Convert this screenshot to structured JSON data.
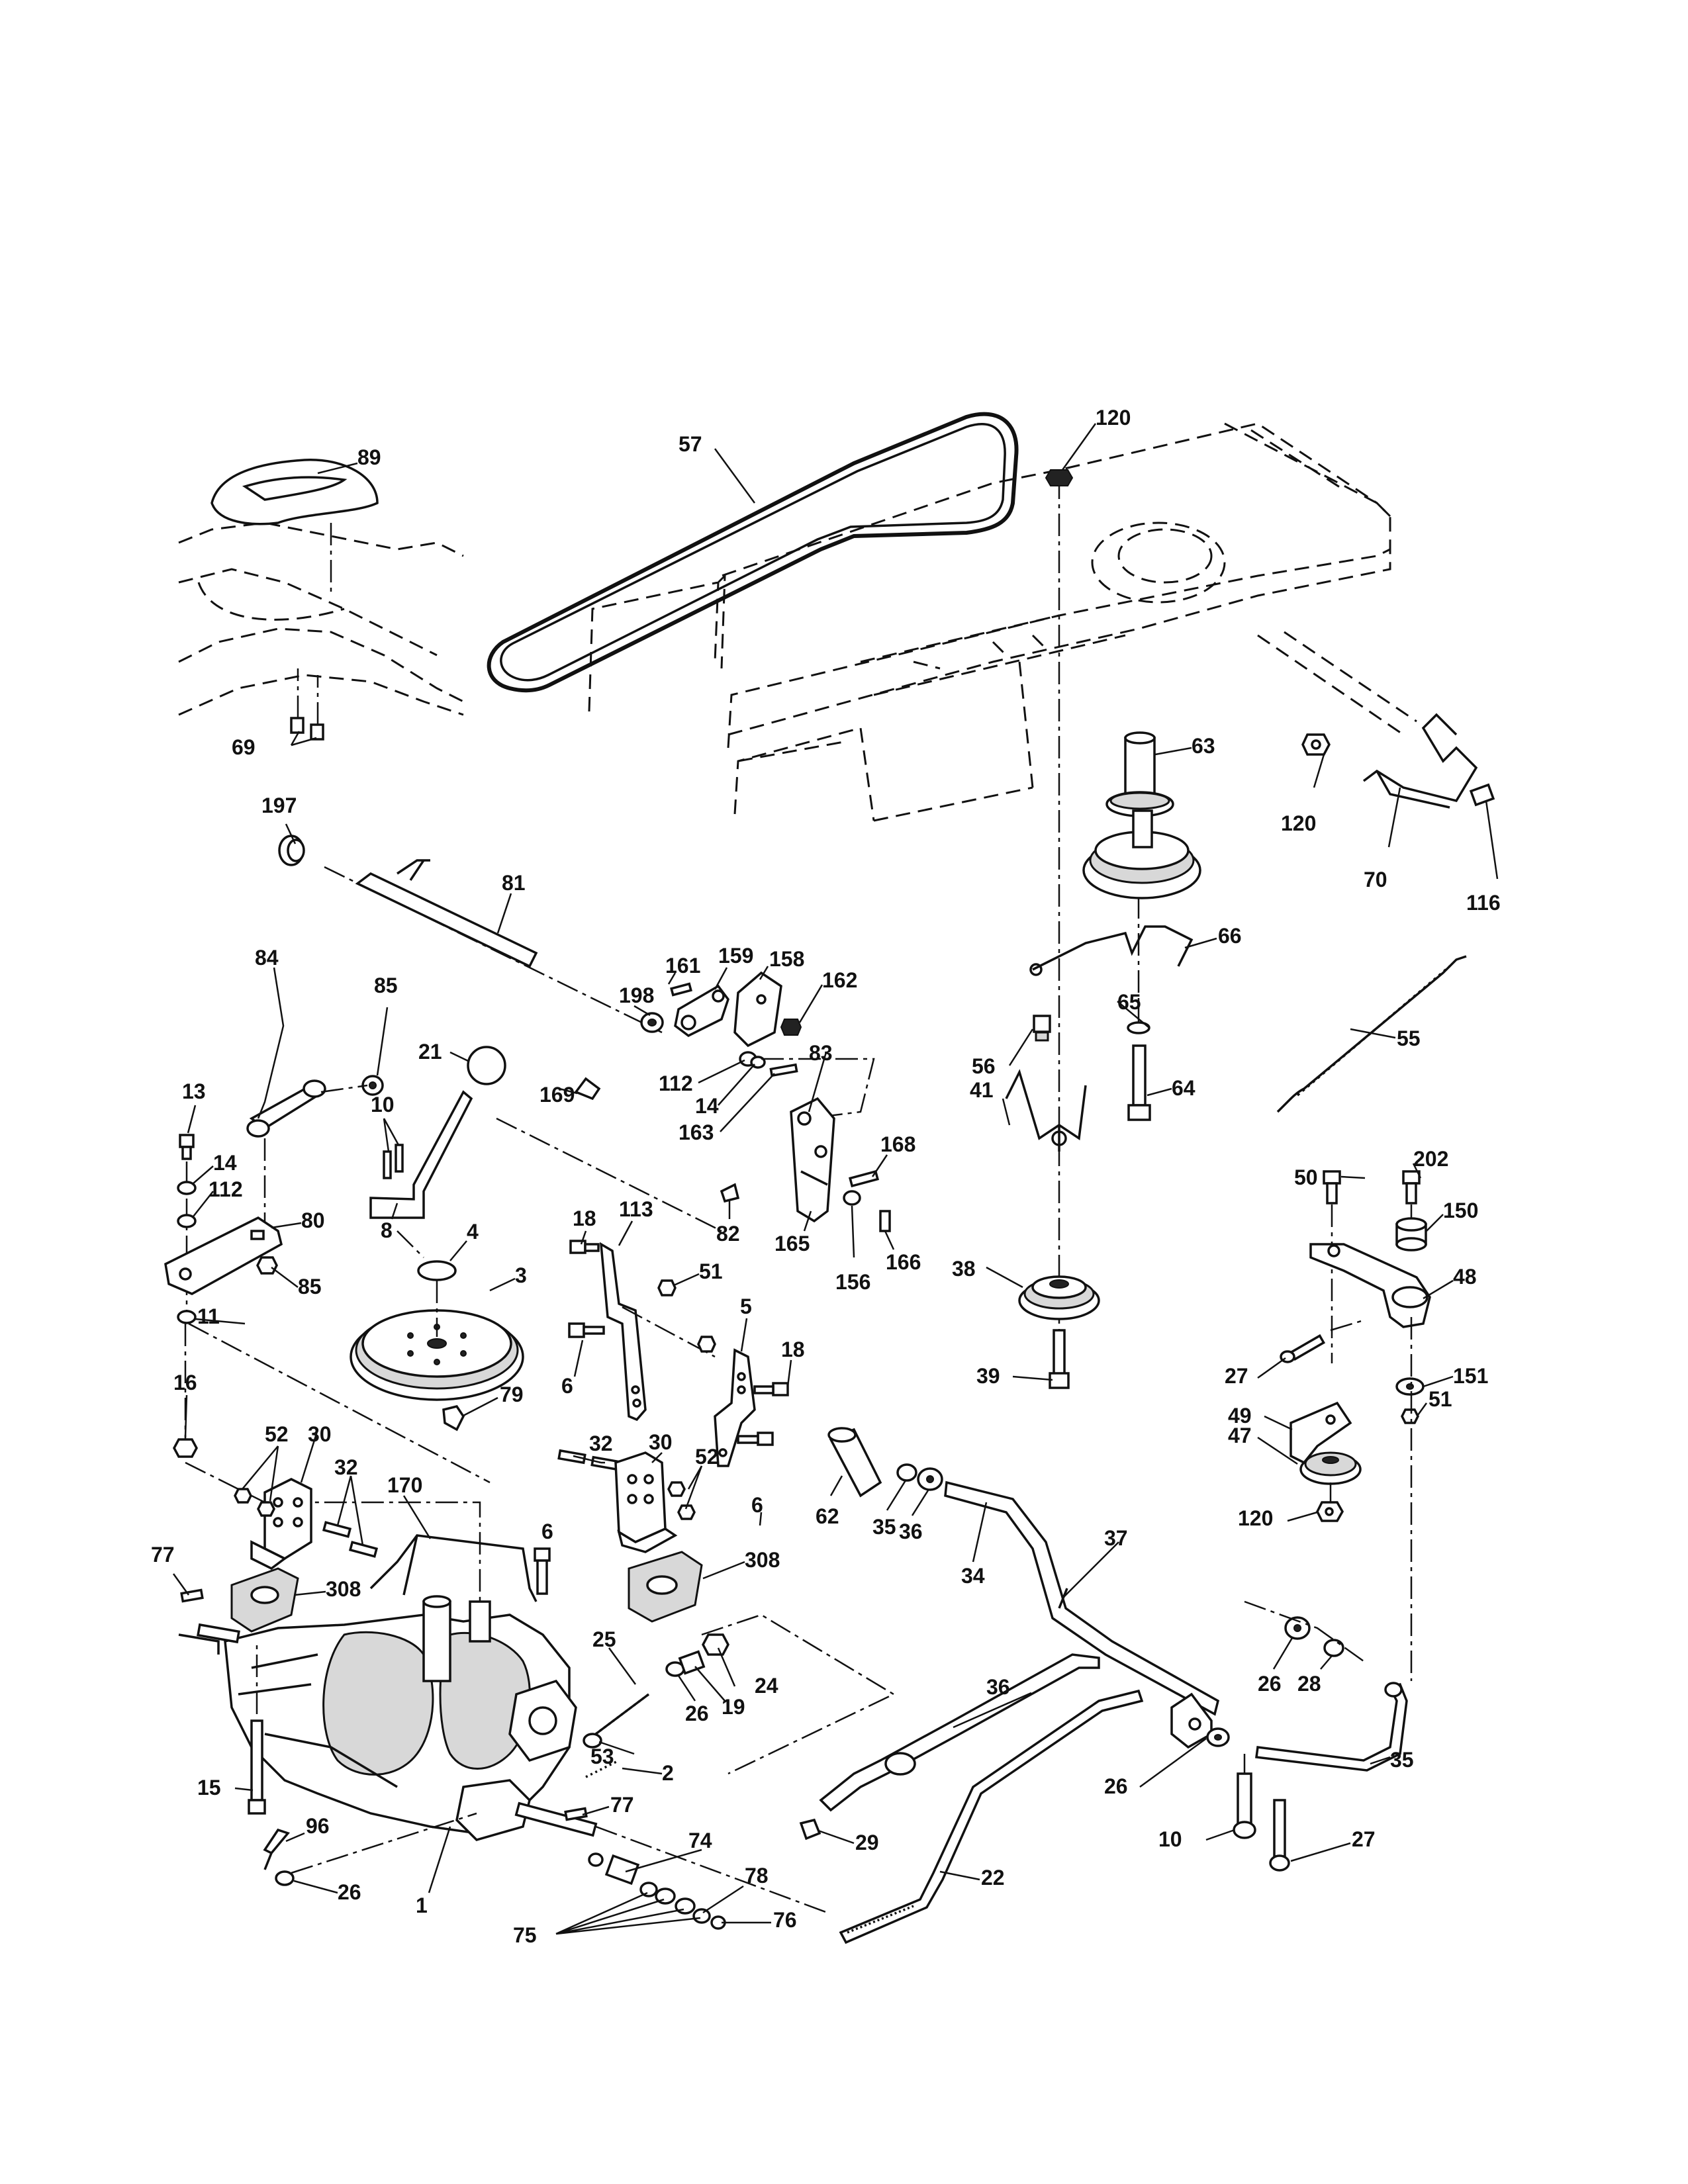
{
  "diagram": {
    "part_numbers": [
      "89",
      "57",
      "120",
      "69",
      "197",
      "81",
      "63",
      "120",
      "70",
      "116",
      "66",
      "84",
      "85",
      "198",
      "161",
      "159",
      "158",
      "162",
      "56",
      "65",
      "21",
      "55",
      "112",
      "14",
      "83",
      "64",
      "169",
      "163",
      "41",
      "13",
      "10",
      "168",
      "14",
      "112",
      "80",
      "8",
      "82",
      "165",
      "166",
      "156",
      "50",
      "202",
      "150",
      "18",
      "113",
      "51",
      "4",
      "85",
      "3",
      "38",
      "48",
      "11",
      "5",
      "18",
      "6",
      "27",
      "151",
      "39",
      "51",
      "49",
      "16",
      "79",
      "52",
      "30",
      "32",
      "62",
      "32",
      "30",
      "52",
      "47",
      "120",
      "170",
      "6",
      "6",
      "35",
      "36",
      "37",
      "34",
      "77",
      "308",
      "308",
      "25",
      "24",
      "26",
      "19",
      "26",
      "36",
      "28",
      "35",
      "53",
      "2",
      "15",
      "26",
      "10",
      "96",
      "77",
      "29",
      "74",
      "22",
      "27",
      "26",
      "1",
      "78",
      "76",
      "75"
    ]
  }
}
